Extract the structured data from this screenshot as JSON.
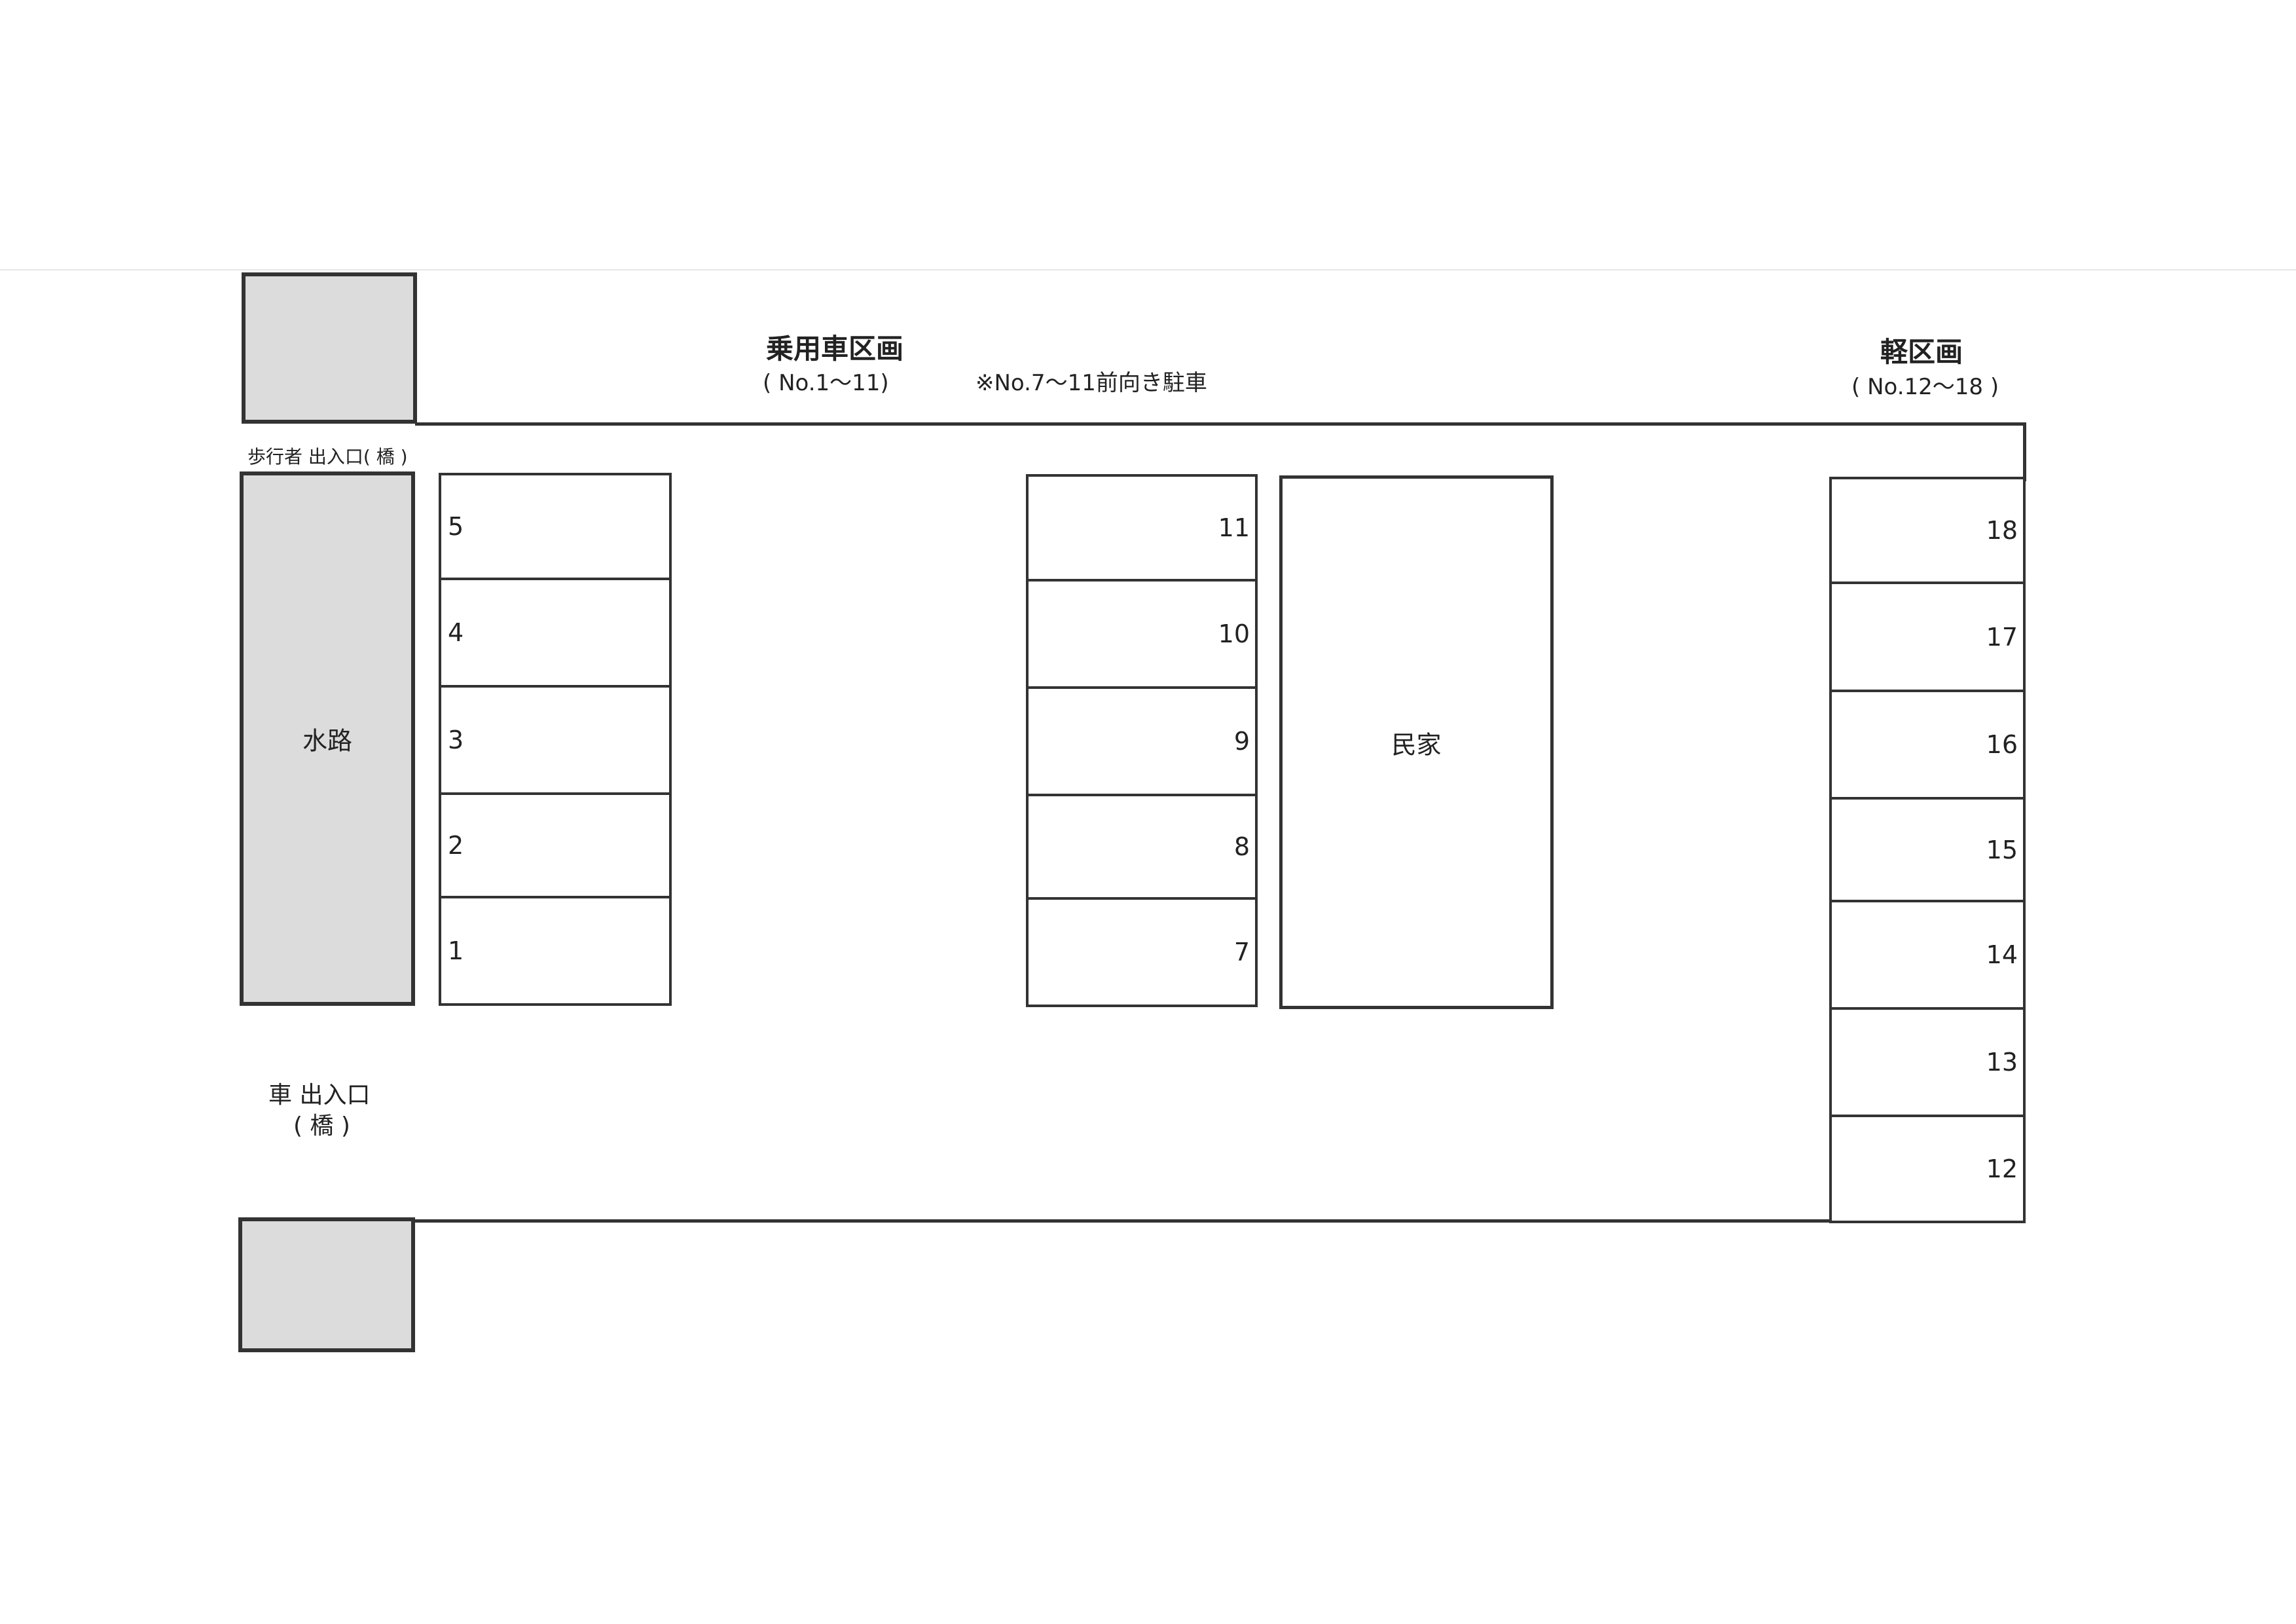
{
  "headings": {
    "car_section_title": "乗用車区画",
    "car_section_range": "( No.1～11)",
    "car_section_note": "※No.7～11前向き駐車",
    "kei_section_title": "軽区画",
    "kei_section_range": "( No.12～18 )"
  },
  "labels": {
    "pedestrian_entrance": "歩行者 出入口( 橋 )",
    "waterway": "水路",
    "private_house": "民家",
    "car_entrance_line1": "車 出入口",
    "car_entrance_line2": "( 橋 )"
  },
  "spots": {
    "left_column": [
      "5",
      "4",
      "3",
      "2",
      "1"
    ],
    "middle_column": [
      "11",
      "10",
      "9",
      "8",
      "7"
    ],
    "right_column": [
      "18",
      "17",
      "16",
      "15",
      "14",
      "13",
      "12"
    ]
  },
  "colors": {
    "line": "#333333",
    "fill_gray": "#dcdcdc",
    "background": "#ffffff"
  }
}
